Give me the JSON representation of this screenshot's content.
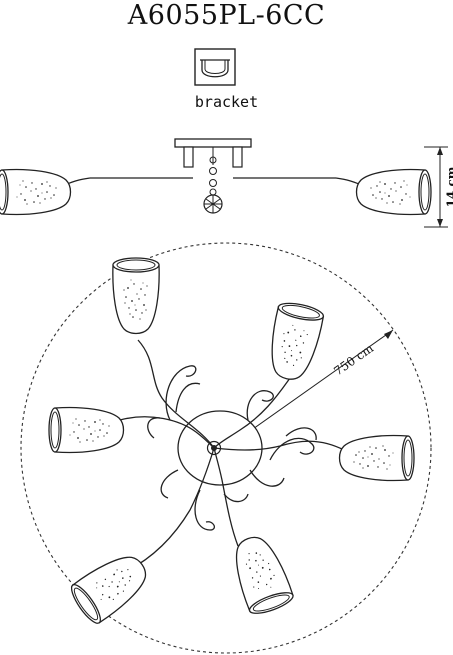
{
  "model": "A6055PL-6CC",
  "bracket_label": "bracket",
  "height_dimension": "14 cm",
  "diameter_dimension": "750 cm",
  "icons": {
    "bracket": "bracket-icon"
  }
}
